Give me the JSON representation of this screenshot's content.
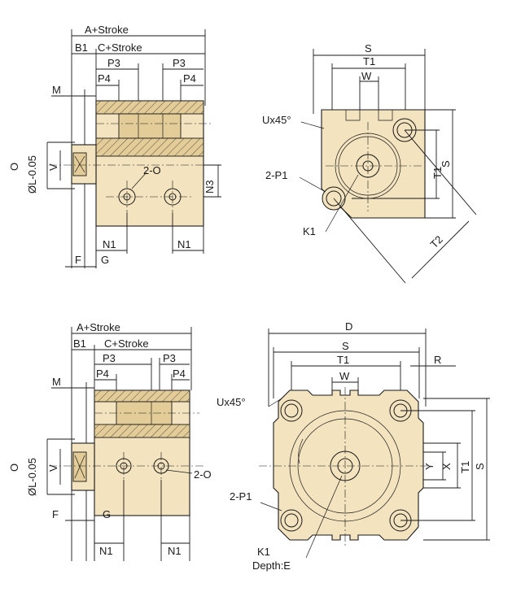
{
  "labels": {
    "a_stroke": "A+Stroke",
    "b1": "B1",
    "c_stroke": "C+Stroke",
    "p3": "P3",
    "p4": "P4",
    "m": "M",
    "o": "O",
    "l_tol": "ØL-0.05",
    "v": "V",
    "two_o": "2-O",
    "n3": "N3",
    "n1": "N1",
    "f": "F",
    "g": "G",
    "s": "S",
    "t1": "T1",
    "w": "W",
    "ux45": "Ux45°",
    "two_p1": "2-P1",
    "k1": "K1",
    "t2": "T2",
    "d": "D",
    "r": "R",
    "x": "X",
    "y": "Y",
    "depth_e": "Depth:E"
  },
  "colors": {
    "body_fill": "#f3e3be",
    "section_fill": "#e3cc98",
    "line": "#1a1a1a"
  }
}
